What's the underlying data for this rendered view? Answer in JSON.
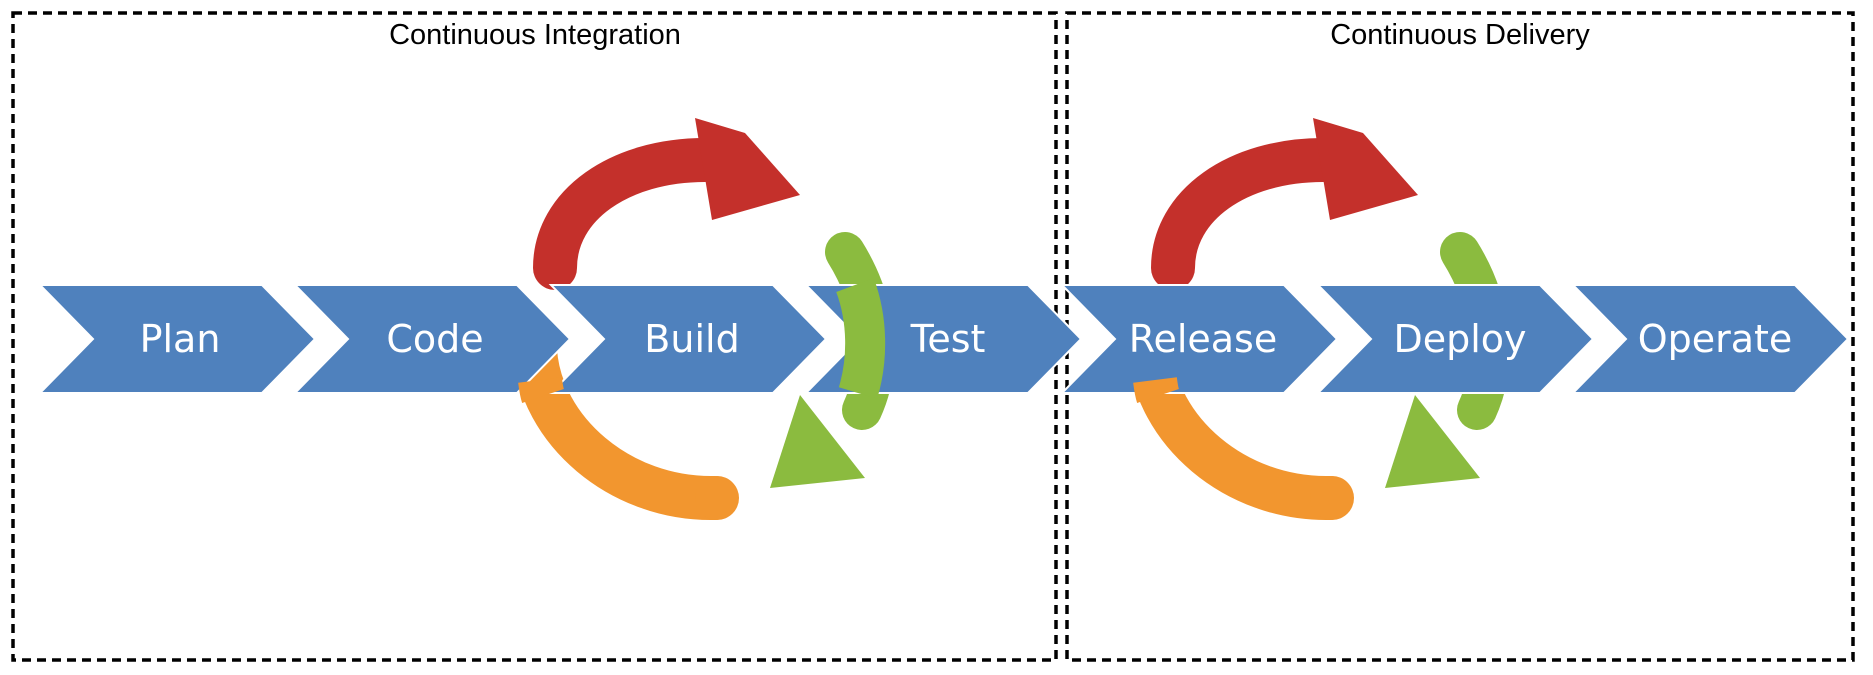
{
  "sections": [
    {
      "title": "Continuous Integration"
    },
    {
      "title": "Continuous Delivery"
    }
  ],
  "stages": [
    {
      "label": "Plan"
    },
    {
      "label": "Code"
    },
    {
      "label": "Build"
    },
    {
      "label": "Test"
    },
    {
      "label": "Release"
    },
    {
      "label": "Deploy"
    },
    {
      "label": "Operate"
    }
  ],
  "colors": {
    "chevron": "#4F81BD",
    "cycle_red": "#C4302B",
    "cycle_green": "#8BBB3F",
    "cycle_orange": "#F2962F",
    "border": "#000000"
  },
  "icons": {
    "cycle_arrows": "refresh-cycle-icon"
  }
}
